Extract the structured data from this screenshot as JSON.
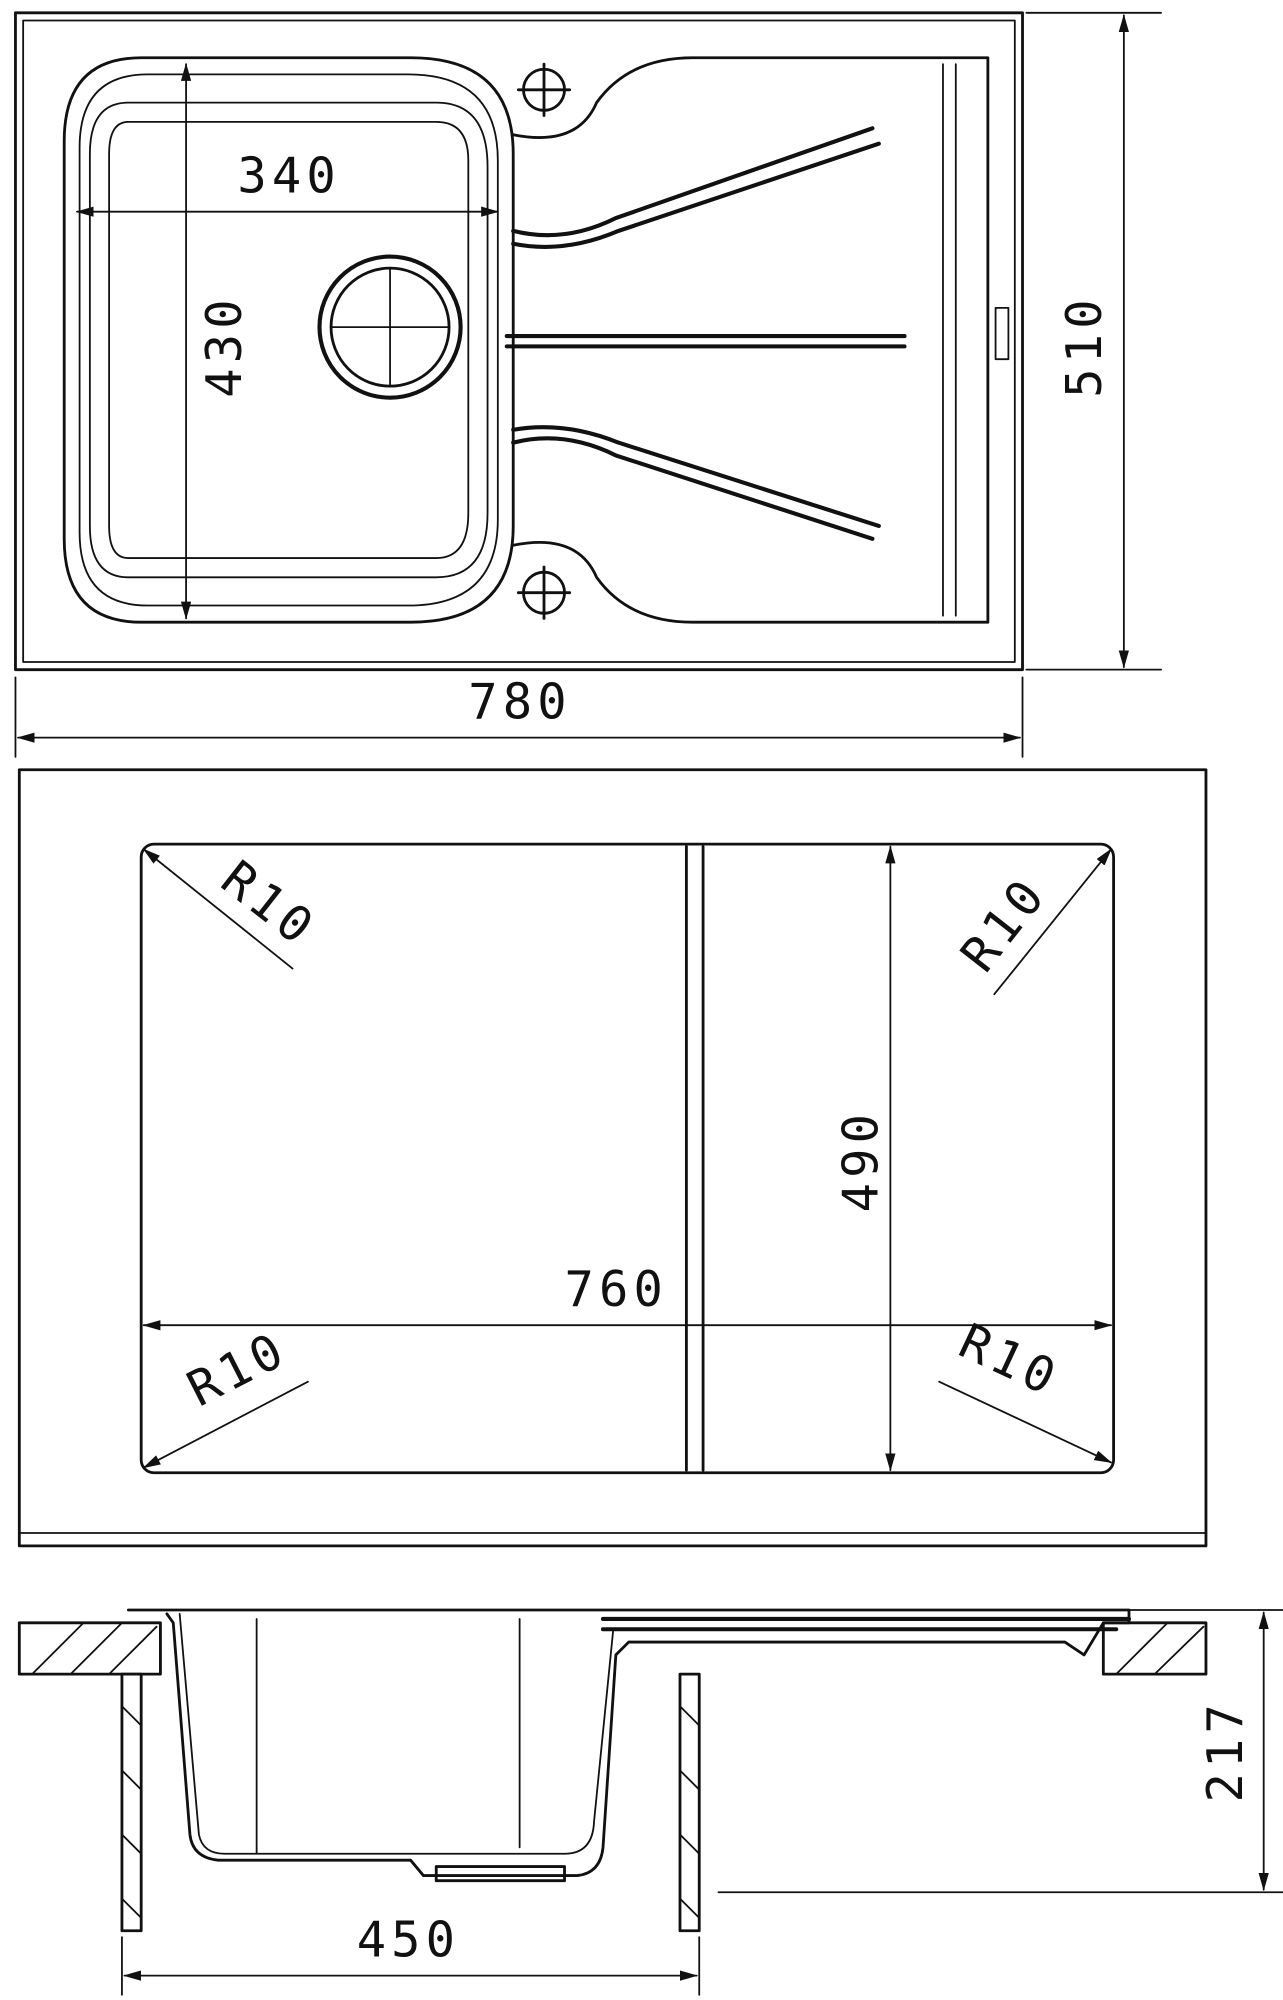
{
  "top_view": {
    "bowl_width": "340",
    "bowl_length": "430",
    "overall_depth": "510",
    "overall_width": "780"
  },
  "cutout_template": {
    "radius_top_left": "R10",
    "radius_top_right": "R10",
    "radius_bottom_left": "R10",
    "radius_bottom_right": "R10",
    "cutout_width": "760",
    "cutout_depth": "490"
  },
  "section_view": {
    "bowl_depth": "217",
    "cabinet_width": "450"
  }
}
